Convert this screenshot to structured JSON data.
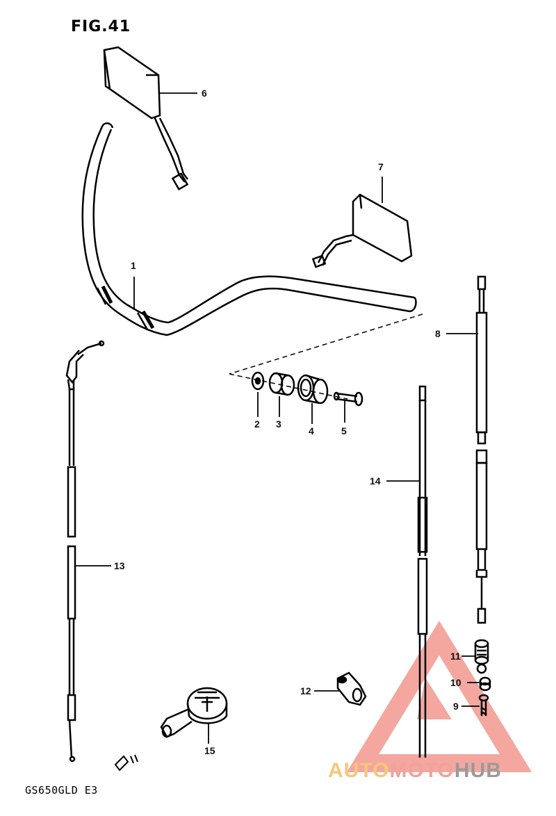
{
  "figure": {
    "title": "FIG.41",
    "model_code": "GS650GLD  E3"
  },
  "callouts": {
    "p1": "1",
    "p2": "2",
    "p3": "3",
    "p4": "4",
    "p5": "5",
    "p6": "6",
    "p7": "7",
    "p8": "8",
    "p9": "9",
    "p10": "10",
    "p11": "11",
    "p12": "12",
    "p13": "13",
    "p14": "14",
    "p15": "15"
  },
  "watermark": {
    "part1": "AUTO",
    "part2": "MOTO",
    "part3": "HUB",
    "colors": {
      "auto": "#f6c77a",
      "moto": "#f0a39a",
      "hub": "#9a9a9a",
      "triangle": "#f08a80"
    }
  }
}
